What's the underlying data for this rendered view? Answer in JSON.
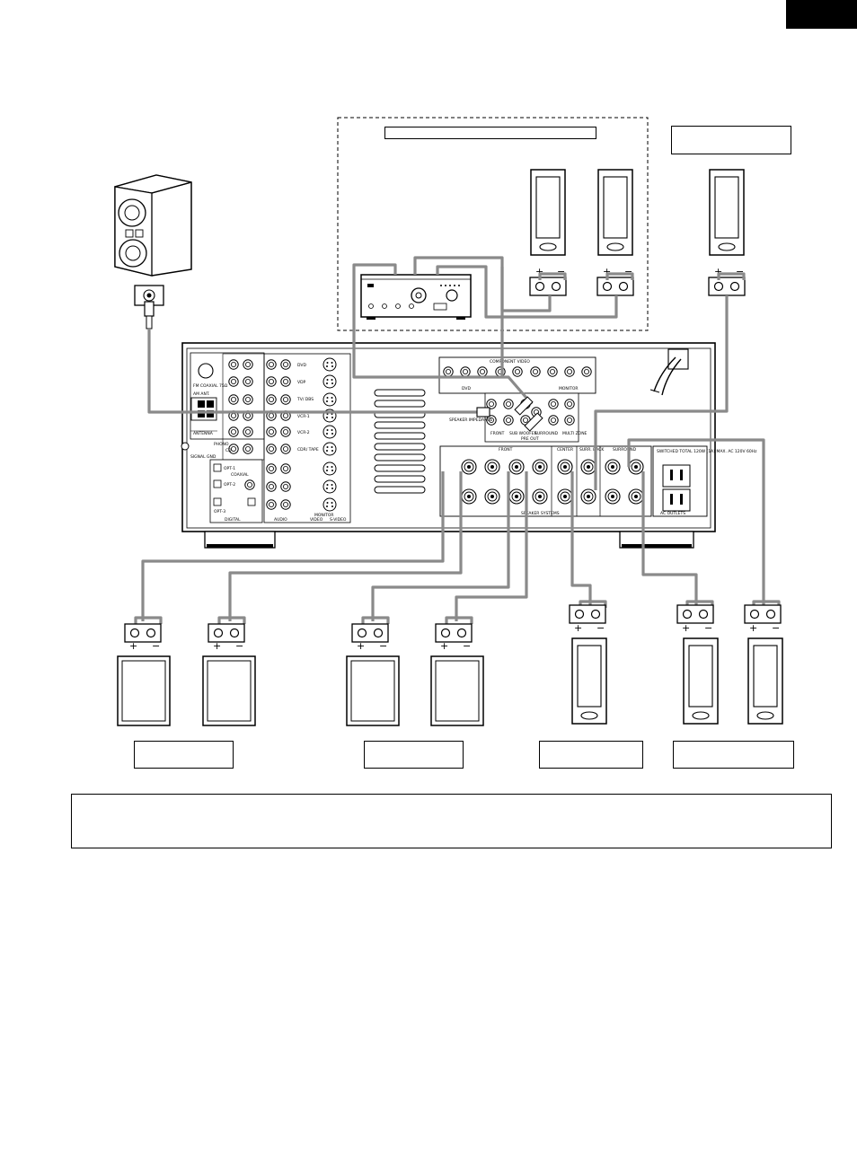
{
  "page": {
    "corner_tab_color": "#000000"
  },
  "labels": {
    "zone_box": "",
    "right_top_box": "",
    "front_a_box": "",
    "front_b_box": "",
    "center_box": "",
    "surround_box": "",
    "note_box": ""
  },
  "terminal_marks": {
    "plus": "+",
    "minus": "−"
  },
  "receiver": {
    "component_video": "COMPONENT VIDEO",
    "fm_coaxial": "FM COAXIAL 75Ω",
    "am_ant": "AM ANT.",
    "antenna": "ANTENNA",
    "phono": "PHONO",
    "signal_gnd": "SIGNAL GND",
    "digital": "DIGITAL",
    "audio": "AUDIO",
    "video": "VIDEO",
    "s_video": "S-VIDEO",
    "monitor": "MONITOR",
    "speaker_systems": "SPEAKER SYSTEMS",
    "pre_out": "PRE OUT",
    "ac_outlets": "AC OUTLETS",
    "switched": "SWITCHED TOTAL 120W (1A) MAX. AC 120V 60Hz",
    "front": "FRONT",
    "center": "CENTER",
    "surr_back": "SURR. BACK",
    "surround": "SURROUND",
    "sub_woofer": "SUB WOOFER",
    "multi_zone": "MULTI ZONE",
    "speaker_impedance": "SPEAKER IMPEDANCE",
    "dvd": "DVD",
    "coaxial": "COAXIAL",
    "opt1": "OPT-1",
    "opt2": "OPT-2",
    "opt3": "OPT-3",
    "cd": "CD",
    "tv_dbs": "TV/ DBS",
    "vcr1": "VCR-1",
    "vcr2": "VCR-2",
    "cdr_tape": "CDR/ TAPE",
    "vdp": "VDP"
  },
  "colors": {
    "cable": "#8a8a8a",
    "line": "#000000"
  }
}
